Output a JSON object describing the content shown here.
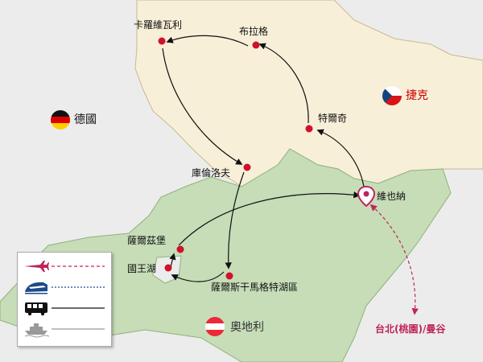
{
  "countries": {
    "germany": {
      "name": "德國",
      "color": "#111111"
    },
    "czech": {
      "name": "捷克",
      "color": "#cc0000"
    },
    "austria": {
      "name": "奧地利",
      "color": "#333333"
    }
  },
  "cities": {
    "karlovy_vary": "卡羅維瓦利",
    "prague": "布拉格",
    "telc": "特爾奇",
    "cesky_krumlov": "庫倫洛夫",
    "vienna": "維也納",
    "salzburg": "薩爾茲堡",
    "konigssee": "國王湖",
    "salzkammergut": "薩爾斯干馬格特湖區"
  },
  "destination": "台北(桃園)/曼谷",
  "legend": {
    "items": [
      {
        "icon": "airplane-icon",
        "line": "dashed",
        "color": "#c0245a"
      },
      {
        "icon": "train-icon",
        "line": "dotted",
        "color": "#1e4a8a"
      },
      {
        "icon": "bus-icon",
        "line": "solid",
        "color": "#111111"
      },
      {
        "icon": "boat-icon",
        "line": "solid",
        "color": "#999999"
      }
    ]
  },
  "colors": {
    "germany_land": "#ececec",
    "czech_land": "#f8efd8",
    "austria_land": "#c6ddb8",
    "route": "#111111",
    "city_dot": "#d0112b",
    "flight": "#c0245a"
  }
}
